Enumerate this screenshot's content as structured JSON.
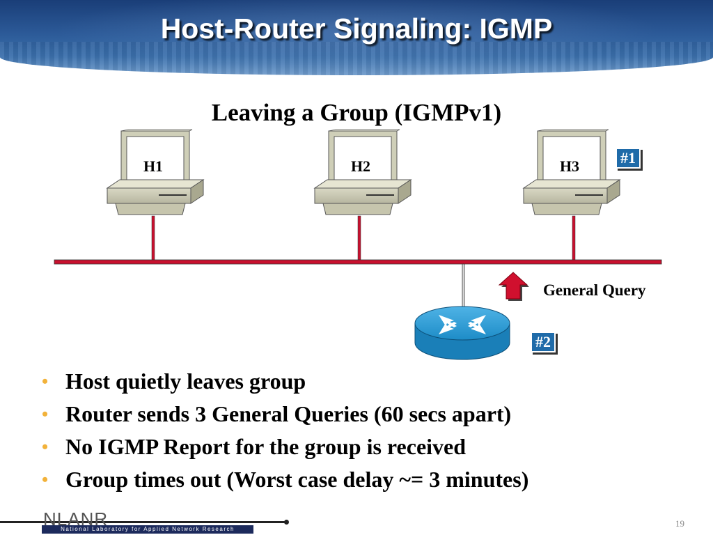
{
  "slide": {
    "title": "Host-Router Signaling: IGMP",
    "subtitle": "Leaving a Group (IGMPv1)",
    "page_number": "19"
  },
  "diagram": {
    "hosts": [
      {
        "label": "H1"
      },
      {
        "label": "H2"
      },
      {
        "label": "H3"
      }
    ],
    "tags": {
      "tag1": "#1",
      "tag2": "#2"
    },
    "query_label": "General Query",
    "colors": {
      "bus": "#c8102e",
      "router": "#1f8fc9",
      "tag_bg": "#1f6ba9",
      "arrow": "#d0102e"
    }
  },
  "bullets": [
    "Host quietly leaves group",
    "Router sends 3 General Queries (60 secs apart)",
    "No IGMP Report for the group is received",
    "Group times out (Worst case delay ~= 3 minutes)"
  ],
  "footer": {
    "logo_text": "NLANR",
    "org_name": "National Laboratory for Applied Network Research"
  }
}
